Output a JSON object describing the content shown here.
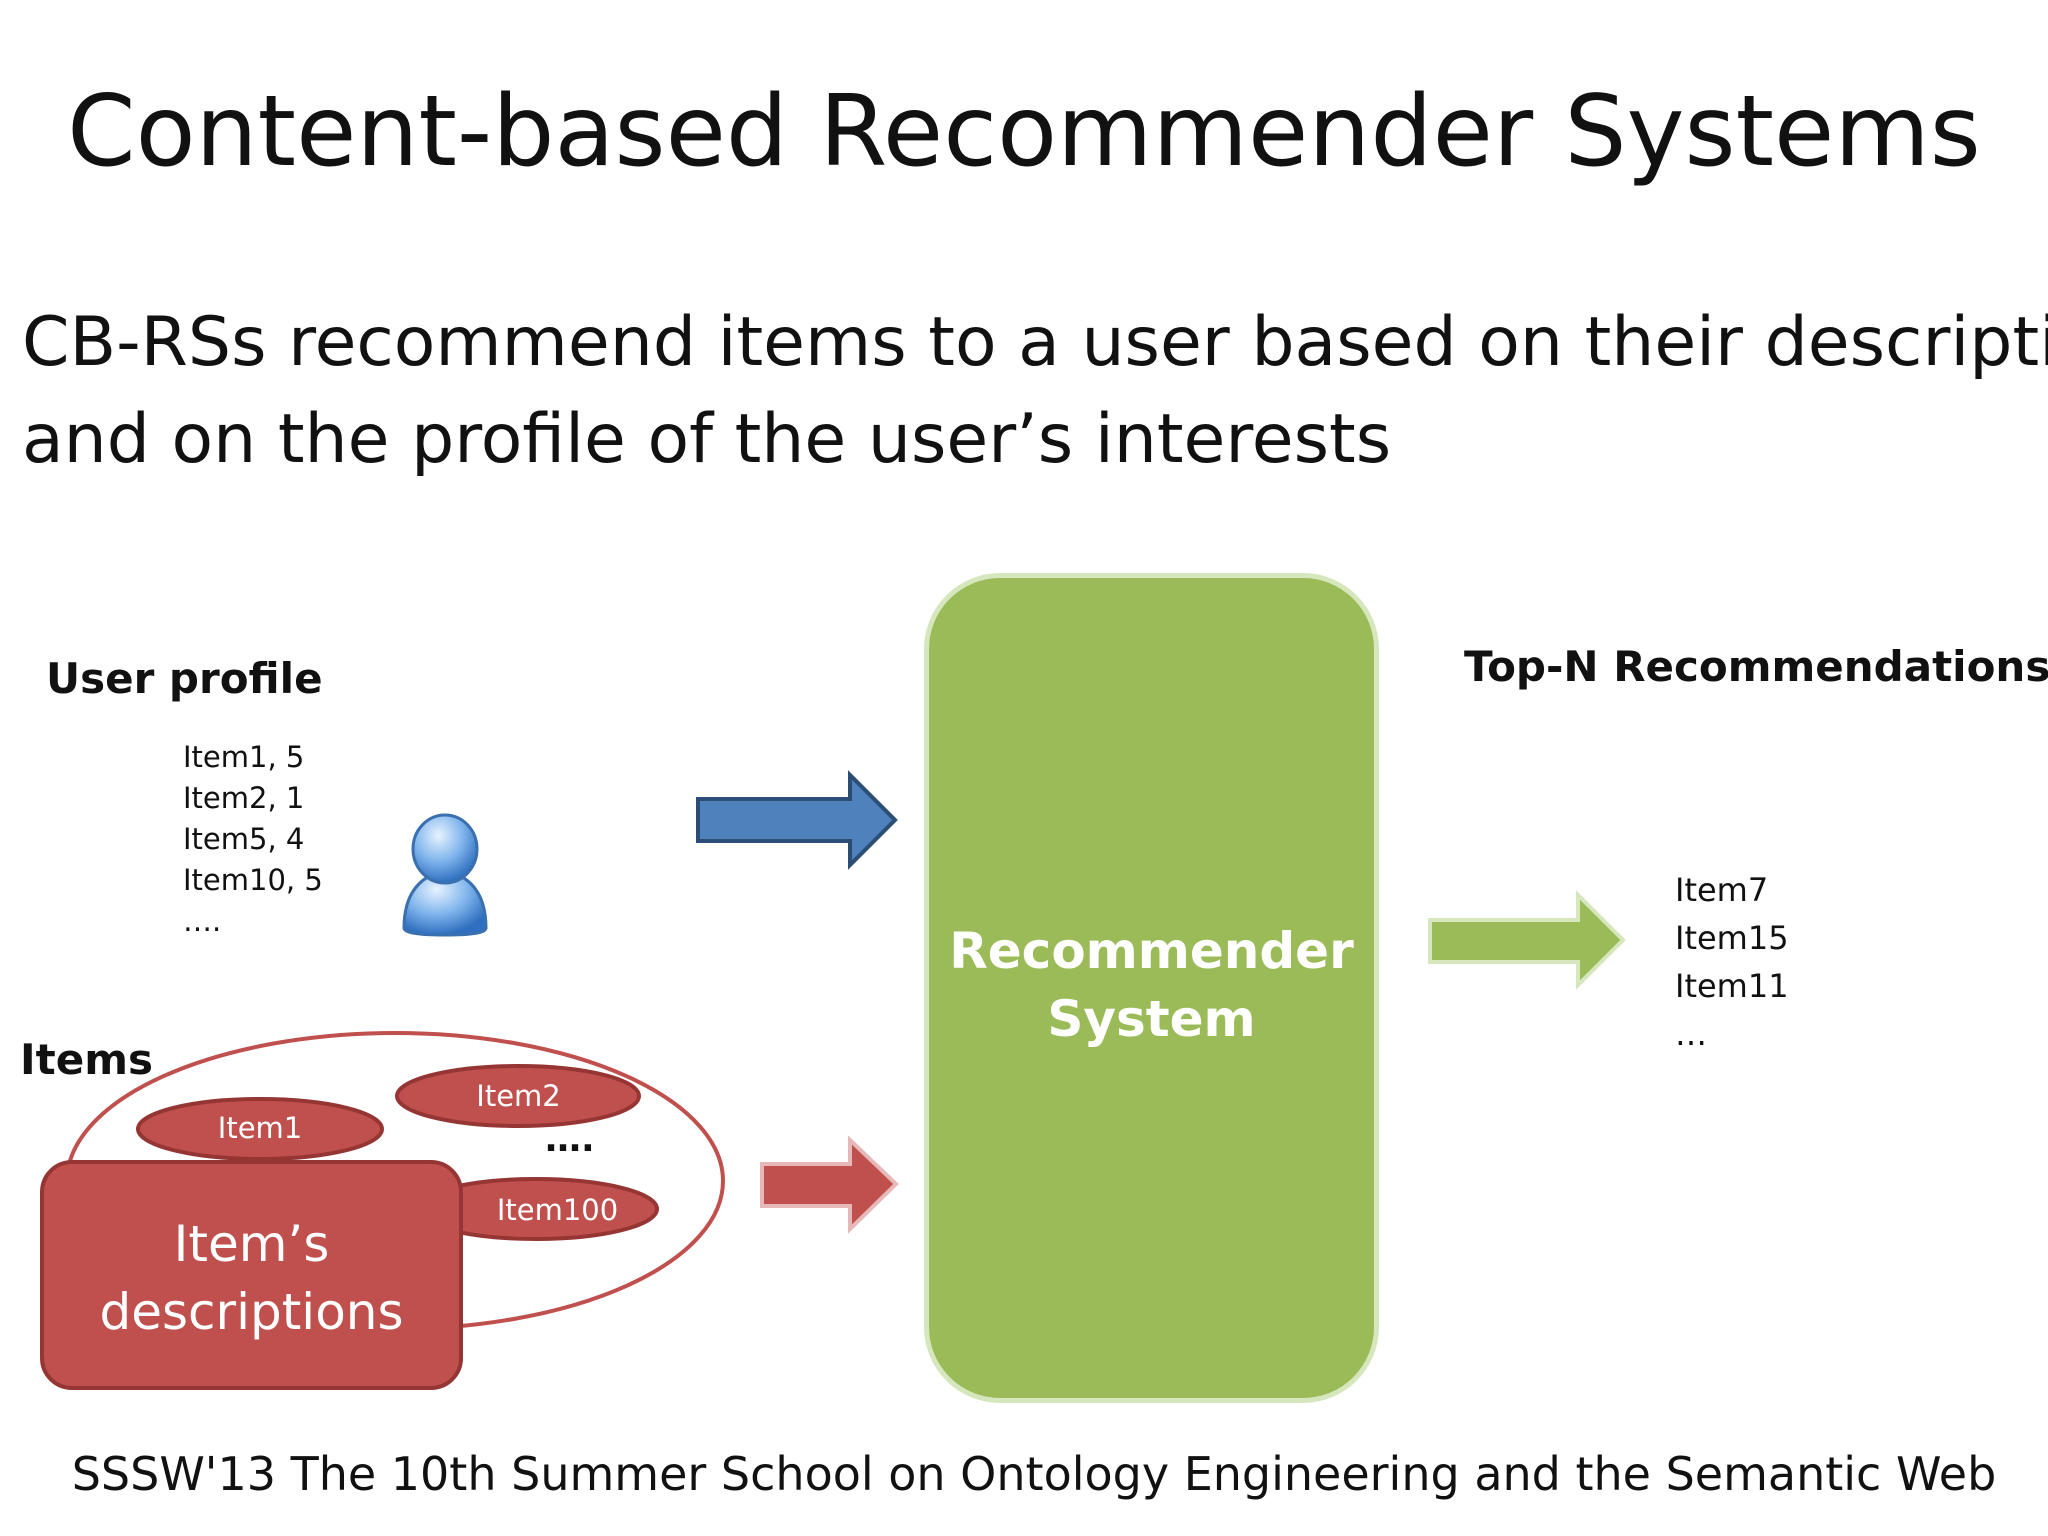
{
  "title": "Content-based Recommender Systems",
  "subtitle_lines": [
    "CB-RSs recommend items to a user based on their description",
    "and on the profile of the user’s interests"
  ],
  "user_profile": {
    "label": "User profile",
    "items": [
      "Item1,  5",
      "Item2,  1",
      "Item5,  4",
      "Item10, 5",
      "…."
    ],
    "icon": "user-icon"
  },
  "items_section": {
    "label": "Items",
    "ovals": [
      "Item1",
      "Item2",
      "Item100"
    ],
    "ellipsis": "….",
    "description_box": "Item’s\ndescriptions"
  },
  "recommender": {
    "label": "Recommender\nSystem"
  },
  "top_n": {
    "label": "Top-N Recommendations",
    "items": [
      "Item7",
      "Item15",
      "Item11",
      "…"
    ]
  },
  "footer": "SSSW'13 The 10th Summer School on Ontology Engineering and the Semantic Web",
  "colors": {
    "blue_arrow": "#4f81bd",
    "red": "#c0504d",
    "green": "#9bbb59"
  }
}
